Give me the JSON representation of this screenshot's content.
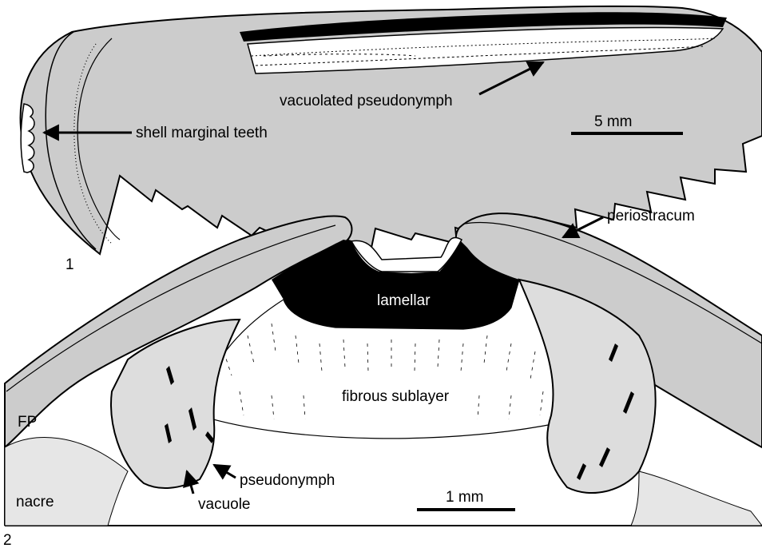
{
  "figure": {
    "panel1": {
      "number": "1",
      "labels": {
        "vacuolated_pseudonymph": "vacuolated pseudonymph",
        "shell_marginal_teeth": "shell marginal teeth"
      },
      "scale_bar": "5 mm"
    },
    "panel2": {
      "number": "2",
      "labels": {
        "periostracum": "periostracum",
        "lamellar": "lamellar",
        "fibrous_sublayer": "fibrous sublayer",
        "fp": "FP",
        "pseudonymph": "pseudonymph",
        "vacuole": "vacuole",
        "nacre": "nacre"
      },
      "scale_bar": "1 mm"
    }
  },
  "colors": {
    "shell_fill": "#cccccc",
    "ink": "#000000",
    "background": "#ffffff"
  }
}
